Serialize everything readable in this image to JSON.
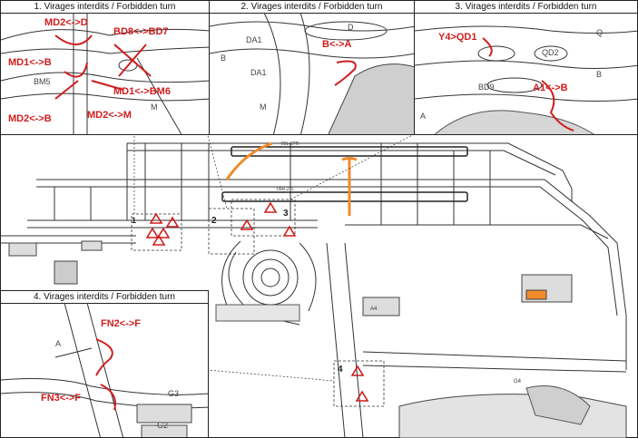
{
  "panels": [
    {
      "title": "1. Virages interdits / Forbidden turn",
      "restrictions": [
        "MD2<->D",
        "BD8<->BD7",
        "MD1<->B",
        "MD1<->BM6",
        "MD2<->B",
        "MD2<->M"
      ],
      "taxiways": [
        "BM5",
        "M"
      ]
    },
    {
      "title": "2. Virages interdits / Forbidden turn",
      "restrictions": [
        "B<->A"
      ],
      "taxiways": [
        "DA1",
        "DA1",
        "B",
        "M",
        "D"
      ]
    },
    {
      "title": "3. Virages interdits / Forbidden turn",
      "restrictions": [
        "Y4>QD1",
        "A1<->B"
      ],
      "taxiways": [
        "Q",
        "QD2",
        "BD9",
        "A",
        "B"
      ]
    },
    {
      "title": "4. Virages interdits / Forbidden turn",
      "restrictions": [
        "FN2<->F",
        "FN3<->F"
      ],
      "taxiways": [
        "A",
        "G3",
        "G2"
      ]
    }
  ],
  "map_labels": {
    "hotspot_2": "2",
    "hotspot_3": "3",
    "hotspot_4": "4",
    "hotspot_1": "1",
    "runway_north": "09L-27R",
    "runway_south": "09R-27L",
    "area_a": "A4",
    "area_g": "G4"
  },
  "colors": {
    "restriction": "#d01d1d",
    "lines": "#333333",
    "terminal_orange": "#f08a2c",
    "apron_grey": "#cfcfcf"
  }
}
